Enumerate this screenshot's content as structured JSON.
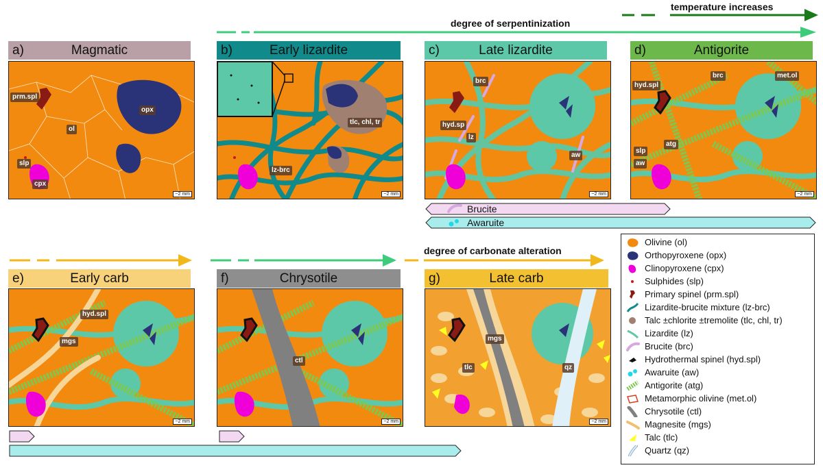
{
  "panels": [
    {
      "letter": "a)",
      "title": "Magmatic",
      "header_color": "#b8a0a6"
    },
    {
      "letter": "b)",
      "title": "Early lizardite",
      "header_color": "#108a8a"
    },
    {
      "letter": "c)",
      "title": "Late lizardite",
      "header_color": "#5cc8a8"
    },
    {
      "letter": "d)",
      "title": "Antigorite",
      "header_color": "#6db84a"
    },
    {
      "letter": "e)",
      "title": "Early carb",
      "header_color": "#f7d27a"
    },
    {
      "letter": "f)",
      "title": "Chrysotile",
      "header_color": "#8e8e8e"
    },
    {
      "letter": "g)",
      "title": "Late carb",
      "header_color": "#f2c030"
    }
  ],
  "tags": {
    "a_prm": "prm.spl",
    "a_ol": "ol",
    "a_opx": "opx",
    "a_slp": "slp",
    "a_cpx": "cpx",
    "b_tlc": "tlc, chl, tr",
    "b_lzbrc": "lz-brc",
    "c_brc": "brc",
    "c_hyd": "hyd.sp",
    "c_lz": "lz",
    "c_aw": "aw",
    "d_hyd": "hyd.spl",
    "d_brc": "brc",
    "d_metol": "met.ol",
    "d_slp": "slp",
    "d_aw": "aw",
    "d_atg": "atg",
    "e_hyd": "hyd.spl",
    "e_mgs": "mgs",
    "f_ctl": "ctl",
    "g_mgs": "mgs",
    "g_tlc": "tlc",
    "g_qz": "qz"
  },
  "scale_label": "~2 mm",
  "arrows": {
    "temperature": "temperature increases",
    "serpentinization": "degree of serpentinization",
    "carbonate": "degree of carbonate alteration"
  },
  "bars": {
    "brucite": "Brucite",
    "awaruite": "Awaruite"
  },
  "colors": {
    "olivine": "#f28a10",
    "opx": "#2a3278",
    "cpx": "#f000d8",
    "lizardite": "#5cc8a8",
    "lz_brc": "#108a8a",
    "brucite": "#e8c6e6",
    "antigorite": "#7ec850",
    "chrysotile": "#808080",
    "magnesite": "#f7d69a",
    "talc": "#ffff20",
    "quartz": "#e0f0f8",
    "awaruite": "#a8ecec",
    "temp_arrow": "#1a7a1a",
    "serp_arrow": "#3dcc7a",
    "carb_arrow": "#f0b81a"
  },
  "legend": [
    {
      "icon": "olivine-icon",
      "label": "Olivine (ol)"
    },
    {
      "icon": "orthopyroxene-icon",
      "label": "Orthopyroxene (opx)"
    },
    {
      "icon": "clinopyroxene-icon",
      "label": "Clinopyroxene (cpx)"
    },
    {
      "icon": "sulphides-icon",
      "label": "Sulphides (slp)"
    },
    {
      "icon": "primary-spinel-icon",
      "label": "Primary spinel (prm.spl)"
    },
    {
      "icon": "lizardite-brucite-icon",
      "label": "Lizardite-brucite mixture (lz-brc)"
    },
    {
      "icon": "talc-chlorite-icon",
      "label": "Talc ±chlorite ±tremolite (tlc, chl, tr)"
    },
    {
      "icon": "lizardite-icon",
      "label": "Lizardite (lz)"
    },
    {
      "icon": "brucite-icon",
      "label": "Brucite (brc)"
    },
    {
      "icon": "hydrothermal-spinel-icon",
      "label": "Hydrothermal spinel (hyd.spl)"
    },
    {
      "icon": "awaruite-icon",
      "label": "Awaruite (aw)"
    },
    {
      "icon": "antigorite-icon",
      "label": "Antigorite (atg)"
    },
    {
      "icon": "metamorphic-olivine-icon",
      "label": "Metamorphic olivine (met.ol)"
    },
    {
      "icon": "chrysotile-icon",
      "label": "Chrysotile (ctl)"
    },
    {
      "icon": "magnesite-icon",
      "label": "Magnesite (mgs)"
    },
    {
      "icon": "talc-icon",
      "label": "Talc (tlc)"
    },
    {
      "icon": "quartz-icon",
      "label": "Quartz (qz)"
    }
  ]
}
